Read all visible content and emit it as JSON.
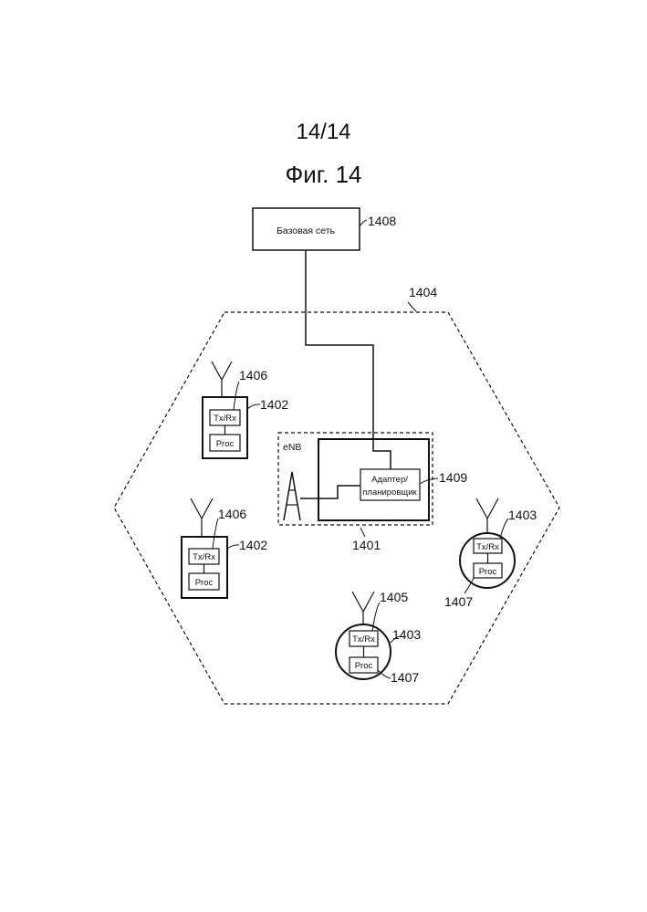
{
  "page": {
    "number": "14/14",
    "figure_title": "Фиг. 14"
  },
  "core_network": {
    "label": "Базовая сеть",
    "ref": "1408"
  },
  "cell": {
    "ref": "1404"
  },
  "enb": {
    "label": "eNB",
    "ref": "1401",
    "adapter_line1": "Адаптер/",
    "adapter_line2": "планировщик",
    "adapter_ref": "1409"
  },
  "ue_rect_1": {
    "txrx": "Tx/Rx",
    "proc": "Proc",
    "ref_antenna": "1406",
    "ref_device": "1402"
  },
  "ue_rect_2": {
    "txrx": "Tx/Rx",
    "proc": "Proc",
    "ref_antenna": "1406",
    "ref_device": "1402"
  },
  "ue_circle_1": {
    "txrx": "Tx/Rx",
    "proc": "Proc",
    "ref_device": "1403",
    "ref_proc": "1407"
  },
  "ue_circle_2": {
    "txrx": "Tx/Rx",
    "proc": "Proc",
    "ref_antenna": "1405",
    "ref_device": "1403",
    "ref_proc": "1407"
  }
}
